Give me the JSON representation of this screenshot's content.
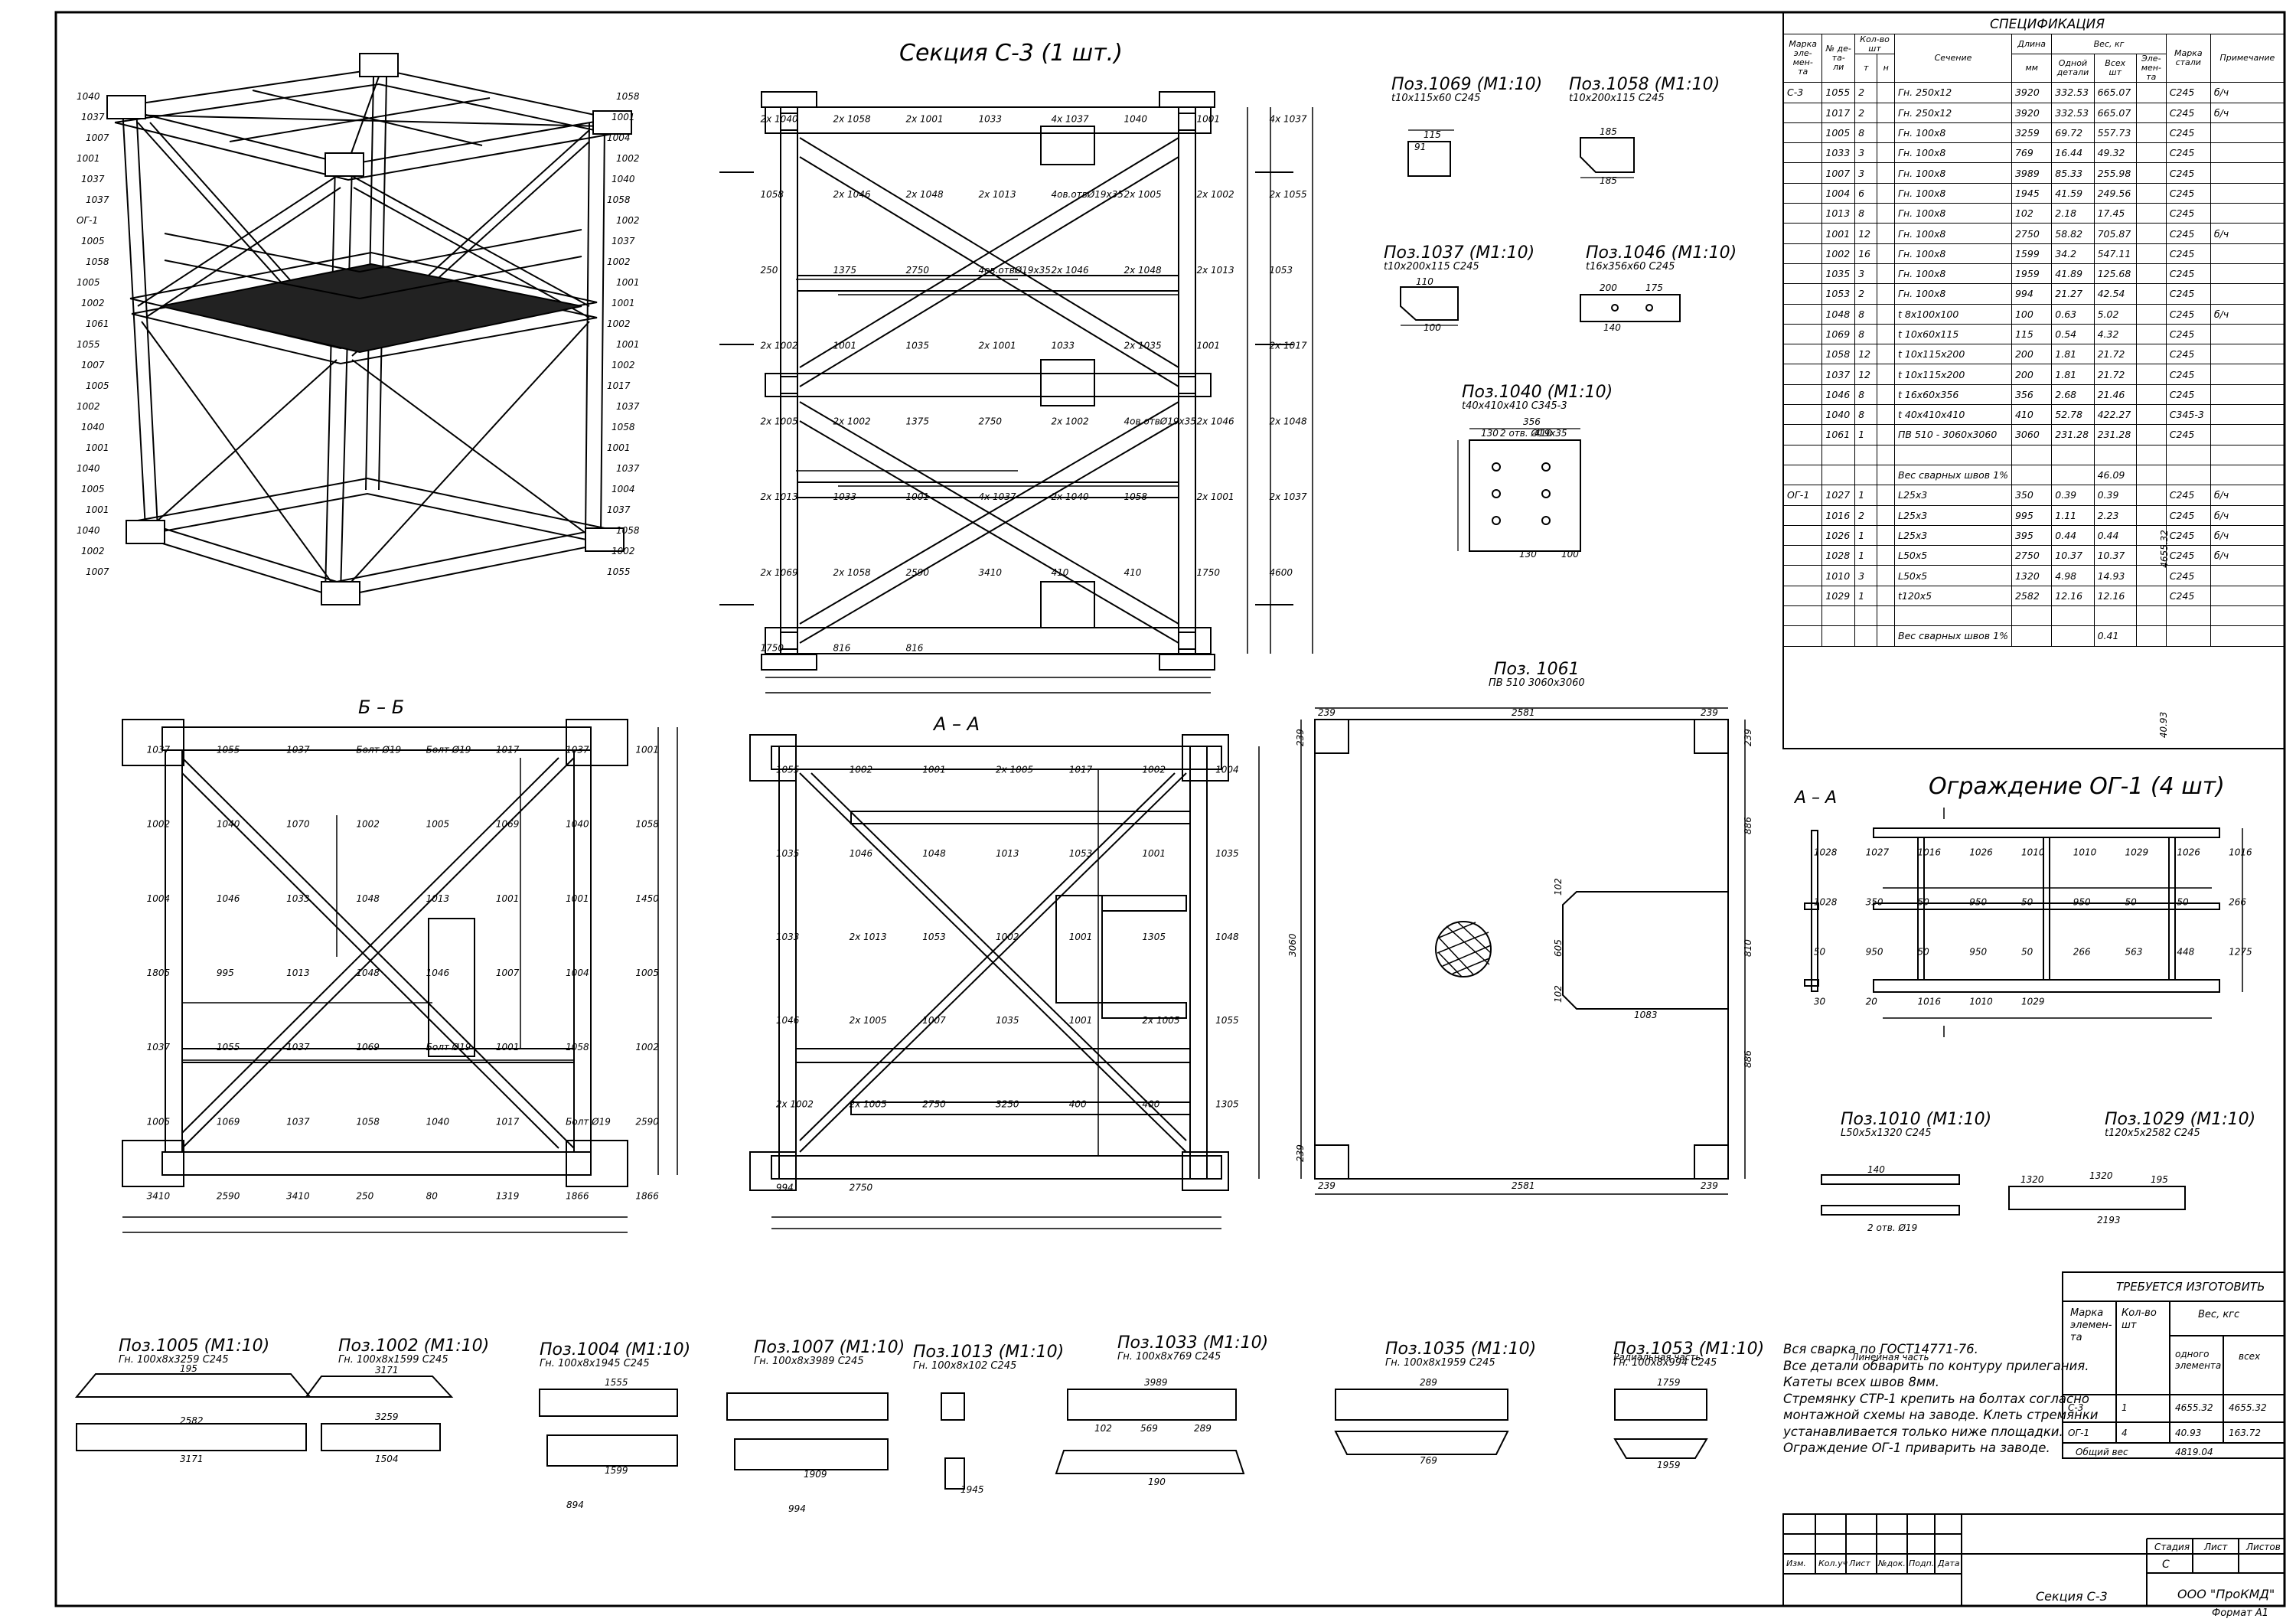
{
  "titles": {
    "section": "Секция С-3 (1 шт.)",
    "bb": "Б – Б",
    "aa": "А – А",
    "fence": "Ограждение ОГ-1 (4 шт)",
    "fence_aa": "А – А",
    "spec": "СПЕЦИФИКАЦИЯ",
    "required": "ТРЕБУЕТСЯ ИЗГОТОВИТЬ"
  },
  "positions": [
    {
      "id": "p1069",
      "title": "Поз.1069 (М1:10)",
      "sub": "t10x115x60 С245"
    },
    {
      "id": "p1058",
      "title": "Поз.1058 (М1:10)",
      "sub": "t10x200x115 С245"
    },
    {
      "id": "p1037",
      "title": "Поз.1037 (М1:10)",
      "sub": "t10x200x115 С245"
    },
    {
      "id": "p1046",
      "title": "Поз.1046 (М1:10)",
      "sub": "t16x356x60 С245"
    },
    {
      "id": "p1040",
      "title": "Поз.1040 (М1:10)",
      "sub": "t40x410x410 С345-3"
    },
    {
      "id": "p1061",
      "title": "Поз. 1061",
      "sub": "ПВ 510 3060x3060"
    },
    {
      "id": "p1010",
      "title": "Поз.1010 (М1:10)",
      "sub": "L50x5x1320 С245"
    },
    {
      "id": "p1029",
      "title": "Поз.1029 (М1:10)",
      "sub": "t120x5x2582 С245"
    },
    {
      "id": "p1005",
      "title": "Поз.1005 (М1:10)",
      "sub": "Гн. 100x8x3259 С245"
    },
    {
      "id": "p1002",
      "title": "Поз.1002 (М1:10)",
      "sub": "Гн. 100x8x1599 С245"
    },
    {
      "id": "p1004",
      "title": "Поз.1004 (М1:10)",
      "sub": "Гн. 100x8x1945 С245"
    },
    {
      "id": "p1007",
      "title": "Поз.1007 (М1:10)",
      "sub": "Гн. 100x8x3989 С245"
    },
    {
      "id": "p1013",
      "title": "Поз.1013 (М1:10)",
      "sub": "Гн. 100x8x102 С245"
    },
    {
      "id": "p1033",
      "title": "Поз.1033 (М1:10)",
      "sub": "Гн. 100x8x769 С245"
    },
    {
      "id": "p1035",
      "title": "Поз.1035 (М1:10)",
      "sub": "Гн. 100x8x1959 С245"
    },
    {
      "id": "p1053",
      "title": "Поз.1053 (М1:10)",
      "sub": "Гн. 100x8x994 С245"
    }
  ],
  "spec_header": {
    "mark": [
      "Марка",
      "эле-",
      "мен-",
      "та"
    ],
    "pos": [
      "№",
      "де-",
      "та-",
      "ли"
    ],
    "qty": "Кол-во шт",
    "qty_t": "т",
    "qty_n": "н",
    "section": "Сечение",
    "length": "Длина",
    "length_unit": "мм",
    "weight": "Вес, кг",
    "w_one": [
      "Одной",
      "детали"
    ],
    "w_all": [
      "Всех",
      "шт"
    ],
    "w_el": [
      "Эле-",
      "мен-",
      "та"
    ],
    "steel": [
      "Марка",
      "стали"
    ],
    "note": "Примечание"
  },
  "spec_rows": [
    [
      "С-3",
      "1055",
      "2",
      "Гн. 250x12",
      "3920",
      "332.53",
      "665.07",
      "",
      "С245",
      "б/ч"
    ],
    [
      "",
      "1017",
      "2",
      "Гн. 250x12",
      "3920",
      "332.53",
      "665.07",
      "",
      "С245",
      "б/ч"
    ],
    [
      "",
      "1005",
      "8",
      "Гн. 100x8",
      "3259",
      "69.72",
      "557.73",
      "",
      "С245",
      ""
    ],
    [
      "",
      "1033",
      "3",
      "Гн. 100x8",
      "769",
      "16.44",
      "49.32",
      "",
      "С245",
      ""
    ],
    [
      "",
      "1007",
      "3",
      "Гн. 100x8",
      "3989",
      "85.33",
      "255.98",
      "",
      "С245",
      ""
    ],
    [
      "",
      "1004",
      "6",
      "Гн. 100x8",
      "1945",
      "41.59",
      "249.56",
      "",
      "С245",
      ""
    ],
    [
      "",
      "1013",
      "8",
      "Гн. 100x8",
      "102",
      "2.18",
      "17.45",
      "",
      "С245",
      ""
    ],
    [
      "",
      "1001",
      "12",
      "Гн. 100x8",
      "2750",
      "58.82",
      "705.87",
      "",
      "С245",
      "б/ч"
    ],
    [
      "",
      "1002",
      "16",
      "Гн. 100x8",
      "1599",
      "34.2",
      "547.11",
      "",
      "С245",
      ""
    ],
    [
      "",
      "1035",
      "3",
      "Гн. 100x8",
      "1959",
      "41.89",
      "125.68",
      "",
      "С245",
      ""
    ],
    [
      "",
      "1053",
      "2",
      "Гн. 100x8",
      "994",
      "21.27",
      "42.54",
      "",
      "С245",
      ""
    ],
    [
      "",
      "1048",
      "8",
      "t 8x100x100",
      "100",
      "0.63",
      "5.02",
      "",
      "С245",
      "б/ч"
    ],
    [
      "",
      "1069",
      "8",
      "t 10x60x115",
      "115",
      "0.54",
      "4.32",
      "",
      "С245",
      ""
    ],
    [
      "",
      "1058",
      "12",
      "t 10x115x200",
      "200",
      "1.81",
      "21.72",
      "",
      "С245",
      ""
    ],
    [
      "",
      "1037",
      "12",
      "t 10x115x200",
      "200",
      "1.81",
      "21.72",
      "",
      "С245",
      ""
    ],
    [
      "",
      "1046",
      "8",
      "t 16x60x356",
      "356",
      "2.68",
      "21.46",
      "",
      "С245",
      ""
    ],
    [
      "",
      "1040",
      "8",
      "t 40x410x410",
      "410",
      "52.78",
      "422.27",
      "",
      "С345-3",
      ""
    ],
    [
      "",
      "1061",
      "1",
      "ПВ 510 - 3060x3060",
      "3060",
      "231.28",
      "231.28",
      "",
      "С245",
      ""
    ],
    [
      "",
      "",
      "",
      "",
      "",
      "",
      "",
      "",
      "",
      ""
    ],
    [
      "",
      "",
      "",
      "Вес сварных швов 1%",
      "",
      "",
      "46.09",
      "",
      "",
      ""
    ],
    [
      "ОГ-1",
      "1027",
      "1",
      "L25x3",
      "350",
      "0.39",
      "0.39",
      "",
      "С245",
      "б/ч"
    ],
    [
      "",
      "1016",
      "2",
      "L25x3",
      "995",
      "1.11",
      "2.23",
      "",
      "С245",
      "б/ч"
    ],
    [
      "",
      "1026",
      "1",
      "L25x3",
      "395",
      "0.44",
      "0.44",
      "",
      "С245",
      "б/ч"
    ],
    [
      "",
      "1028",
      "1",
      "L50x5",
      "2750",
      "10.37",
      "10.37",
      "",
      "С245",
      "б/ч"
    ],
    [
      "",
      "1010",
      "3",
      "L50x5",
      "1320",
      "4.98",
      "14.93",
      "",
      "С245",
      ""
    ],
    [
      "",
      "1029",
      "1",
      "t120x5",
      "2582",
      "12.16",
      "12.16",
      "",
      "С245",
      ""
    ],
    [
      "",
      "",
      "",
      "",
      "",
      "",
      "",
      "",
      "",
      ""
    ],
    [
      "",
      "",
      "",
      "Вес сварных швов 1%",
      "",
      "",
      "0.41",
      "",
      "",
      ""
    ]
  ],
  "spec_element_weights": [
    "4655.32",
    "40.93"
  ],
  "notes": [
    "Вся сварка по ГОСТ14771-76.",
    "Все детали обварить по контуру прилегания.",
    "Катеты всех швов 8мм.",
    "Стремянку СТР-1 крепить на болтах согласно",
    "монтажной схемы на заводе. Клеть стремянки",
    "устанавливается только ниже площадки.",
    "Ограждение ОГ-1 приварить на заводе."
  ],
  "required": {
    "col_mark": [
      "Марка",
      "элемен-",
      "та"
    ],
    "col_qty": [
      "Кол-во",
      "шт"
    ],
    "col_weight": "Вес, кгс",
    "col_one": [
      "одного",
      "элемента"
    ],
    "col_all": "всех",
    "rows": [
      [
        "С-3",
        "1",
        "4655.32",
        "4655.32"
      ],
      [
        "ОГ-1",
        "4",
        "40.93",
        "163.72"
      ]
    ],
    "total_label": "Общий вес",
    "total": "4819.04"
  },
  "title_block": {
    "cols": [
      "Изм.",
      "Кол.уч",
      "Лист",
      "№док.",
      "Подп.",
      "Дата"
    ],
    "stage": "Стадия",
    "sheet": "Лист",
    "sheets": "Листов",
    "stage_val": "С",
    "name": "Секция С-3",
    "org": "ООО \"ПроКМД\"",
    "format": "Формат А1"
  },
  "labels": {
    "iso": [
      "1040",
      "1058",
      "1037",
      "1001",
      "1007",
      "1004",
      "1001",
      "1002",
      "1037",
      "1040",
      "1037",
      "1058",
      "ОГ-1",
      "1002",
      "1005",
      "1037",
      "1058",
      "1002",
      "1005",
      "1001",
      "1002",
      "1001",
      "1061",
      "1002",
      "1055",
      "1001",
      "1007",
      "1002",
      "1005",
      "1017",
      "1002",
      "1037",
      "1040",
      "1058",
      "1001",
      "1001",
      "1040",
      "1037",
      "1005",
      "1004",
      "1001",
      "1037",
      "1040",
      "1058",
      "1002",
      "1002",
      "1007",
      "1055"
    ],
    "section": [
      "2x 1040",
      "2x 1058",
      "2x 1001",
      "1033",
      "4x 1037",
      "1040",
      "1001",
      "4x 1037",
      "1058",
      "2x 1046",
      "2x 1048",
      "2x 1013",
      "4ов.отвØ19x35",
      "2x 1005",
      "2x 1002",
      "2x 1055",
      "250",
      "1375",
      "2750",
      "4ов.отвØ19x35",
      "2x 1046",
      "2x 1048",
      "2x 1013",
      "1053",
      "2x 1002",
      "1001",
      "1035",
      "2x 1001",
      "1033",
      "2x 1035",
      "1001",
      "2x 1017",
      "2x 1005",
      "2x 1002",
      "1375",
      "2750",
      "2x 1002",
      "4ов.отвØ19x35",
      "2x 1046",
      "2x 1048",
      "2x 1013",
      "1033",
      "1001",
      "4x 1037",
      "2x 1040",
      "1058",
      "2x 1001",
      "2x 1037",
      "2x 1069",
      "2x 1058",
      "2590",
      "3410",
      "410",
      "410",
      "1750",
      "4600",
      "1750",
      "816",
      "816"
    ],
    "bb": [
      "1037",
      "1055",
      "1037",
      "Болт Ø19",
      "Болт Ø19",
      "1017",
      "1037",
      "1001",
      "1002",
      "1040",
      "1070",
      "1002",
      "1005",
      "1069",
      "1040",
      "1058",
      "1004",
      "1046",
      "1033",
      "1048",
      "1013",
      "1001",
      "1001",
      "1450",
      "1805",
      "995",
      "1013",
      "1048",
      "1046",
      "1007",
      "1004",
      "1005",
      "1037",
      "1055",
      "1037",
      "1069",
      "Болт Ø19",
      "1001",
      "1058",
      "1002",
      "1005",
      "1069",
      "1037",
      "1058",
      "1040",
      "1017",
      "Болт Ø19",
      "2590",
      "3410",
      "2590",
      "3410",
      "250",
      "80",
      "1319",
      "1866",
      "1866"
    ],
    "aa": [
      "1055",
      "1002",
      "1001",
      "2x 1005",
      "1017",
      "1002",
      "1004",
      "1035",
      "1046",
      "1048",
      "1013",
      "1053",
      "1001",
      "1035",
      "1033",
      "2x 1013",
      "1053",
      "1002",
      "1001",
      "1305",
      "1048",
      "1046",
      "2x 1005",
      "1007",
      "1035",
      "1001",
      "2x 1005",
      "1055",
      "2x 1002",
      "2x 1005",
      "2750",
      "3250",
      "400",
      "400",
      "1305",
      "994",
      "2750"
    ],
    "plate1061": [
      "239",
      "2581",
      "239",
      "239",
      "239",
      "102",
      "605",
      "102",
      "1083",
      "239",
      "2581",
      "239",
      "239",
      "3060",
      "886",
      "886",
      "810"
    ],
    "fence": [
      "1028",
      "1027",
      "1016",
      "1026",
      "1010",
      "1010",
      "1029",
      "1026",
      "1016",
      "1028",
      "350",
      "50",
      "950",
      "50",
      "950",
      "50",
      "50",
      "266",
      "50",
      "950",
      "50",
      "950",
      "50",
      "266",
      "563",
      "448",
      "1275",
      "30",
      "20",
      "1016",
      "1010",
      "1029"
    ],
    "parts": [
      "115",
      "91",
      "185",
      "185",
      "110",
      "100",
      "200",
      "175",
      "140",
      "356",
      "2 отв. Ø19x35",
      "410",
      "130",
      "130",
      "100",
      "140",
      "2 отв. Ø19",
      "1320",
      "1320",
      "195",
      "2193",
      "195",
      "2582",
      "3171",
      "3171",
      "3259",
      "1504",
      "1555",
      "1599",
      "1909",
      "1945",
      "3989",
      "102",
      "569",
      "289",
      "190",
      "289",
      "769",
      "1759",
      "1959",
      "894",
      "994",
      "Радиальная часть",
      "Линейная часть"
    ]
  }
}
